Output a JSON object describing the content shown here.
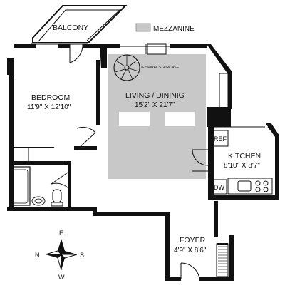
{
  "legend": {
    "label": "MEZZANINE",
    "swatch_color": "#c8c8c8"
  },
  "rooms": {
    "balcony": {
      "name": "BALCONY"
    },
    "bedroom": {
      "name": "BEDROOM",
      "dims": "11'9\" X 12'10\""
    },
    "living": {
      "name": "LIVING /  DININIG",
      "dims": "15'2\" X 21'7\""
    },
    "kitchen": {
      "name": "KITCHEN",
      "dims": "8'10\" X 8'7\""
    },
    "foyer": {
      "name": "FOYER",
      "dims": "4'9\" X 8'6\""
    }
  },
  "spiral_staircase": {
    "label": "<- SPIRAL STAIRCASE"
  },
  "appliances": {
    "refrigerator": "REF",
    "dishwasher": "DW"
  },
  "compass": {
    "north": "N",
    "east": "E",
    "south": "S",
    "west": "W"
  },
  "colors": {
    "wall": "#111111",
    "mezzanine": "#c8c8c8",
    "background": "#ffffff"
  }
}
